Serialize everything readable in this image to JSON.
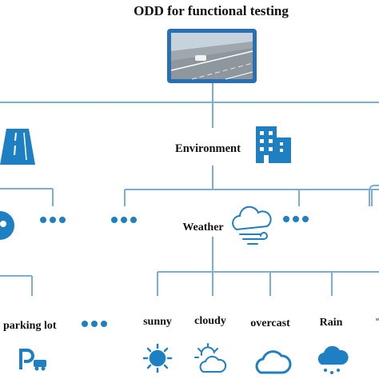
{
  "title": "ODD for functional testing",
  "nodes": {
    "environment": "Environment",
    "weather": "Weather"
  },
  "leaves": {
    "parking_lot": "parking lot",
    "sunny": "sunny",
    "cloudy": "cloudy",
    "overcast": "overcast",
    "rain": "Rain"
  },
  "icons": {
    "root": "road-scene-image-icon",
    "road": "road-icon",
    "environment": "building-icon",
    "weather": "cloud-wind-icon",
    "parking": "parking-icon",
    "sunny": "sun-icon",
    "cloudy": "sun-cloud-icon",
    "overcast": "cloud-icon",
    "rain": "rain-cloud-icon"
  },
  "colors": {
    "line": "#7aaed6",
    "icon": "#1e7fc3",
    "frame": "#2a6fb3"
  }
}
